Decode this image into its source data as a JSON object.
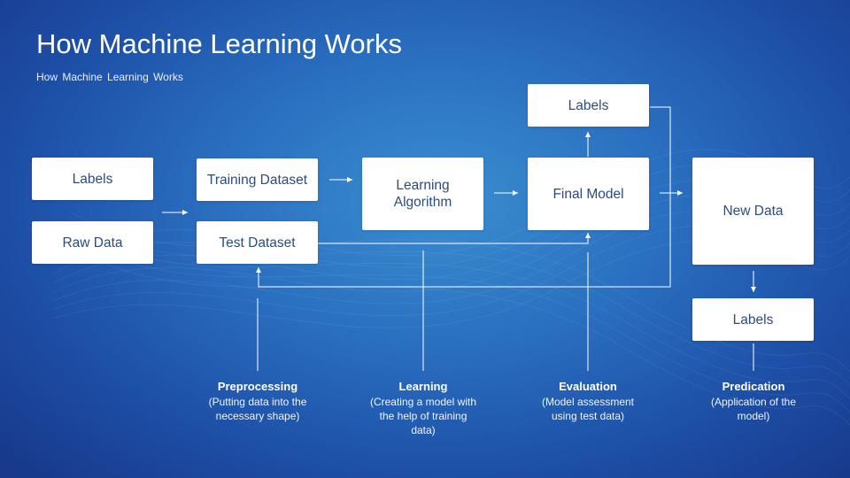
{
  "title": "How Machine Learning Works",
  "subtitle": "How Machine Learning Works",
  "boxes": {
    "labels_left": "Labels",
    "raw_data": "Raw Data",
    "training_dataset": "Training Dataset",
    "test_dataset": "Test Dataset",
    "learning_algorithm_line1": "Learning",
    "learning_algorithm_line2": "Algorithm",
    "final_model": "Final Model",
    "labels_top": "Labels",
    "new_data": "New Data",
    "labels_right": "Labels"
  },
  "steps": [
    {
      "heading": "Preprocessing",
      "desc_line1": "(Putting data into the",
      "desc_line2": "necessary shape)",
      "desc_line3": ""
    },
    {
      "heading": "Learning",
      "desc_line1": "(Creating a model with",
      "desc_line2": "the help of training",
      "desc_line3": "data)"
    },
    {
      "heading": "Evaluation",
      "desc_line1": "(Model assessment",
      "desc_line2": "using test data)",
      "desc_line3": ""
    },
    {
      "heading": "Predication",
      "desc_line1": "(Application of the",
      "desc_line2": "model)",
      "desc_line3": ""
    }
  ],
  "colors": {
    "background_center": "#3a8ed0",
    "background_edge": "#18398c",
    "box_fill": "#ffffff",
    "box_text": "#2b4c7e",
    "connector": "#ffffff"
  }
}
